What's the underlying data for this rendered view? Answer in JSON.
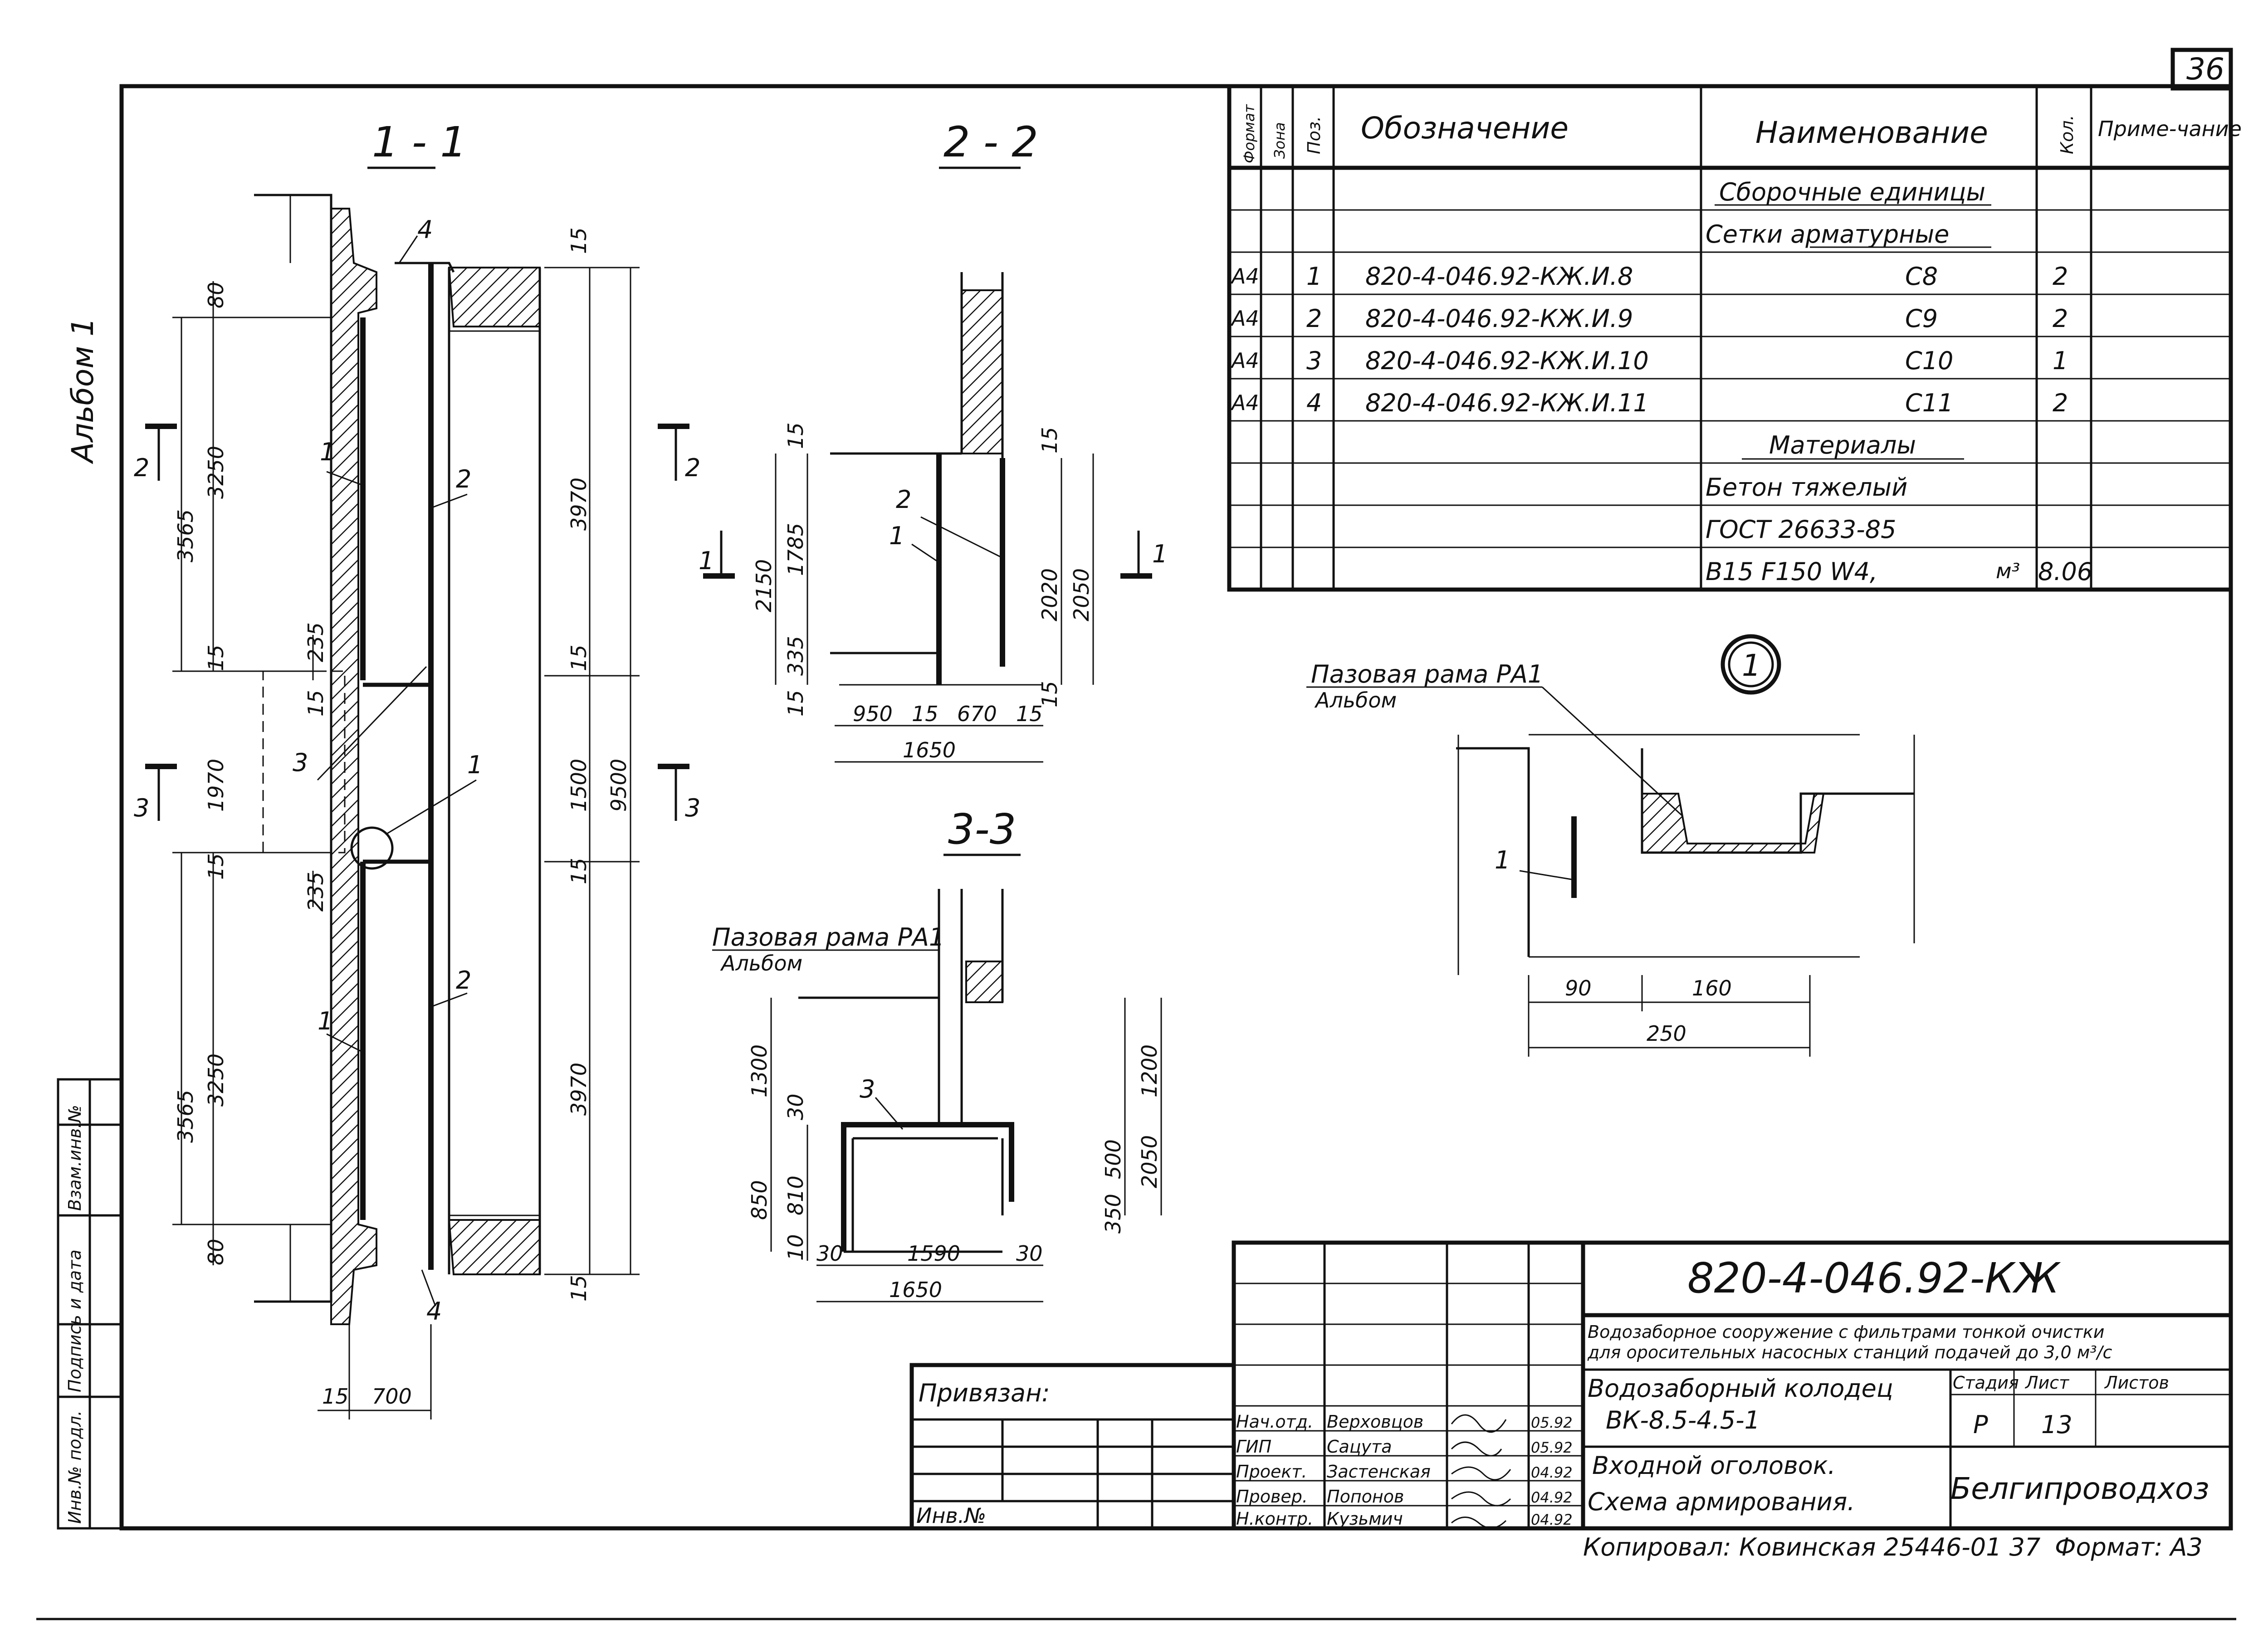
{
  "sheet": {
    "page_number": "36",
    "album_label": "Альбом 1",
    "left_stamp": [
      "Инв.№ подл.",
      "Подпись и дата",
      "Взам.инв.№"
    ]
  },
  "sections": {
    "s11": {
      "title": "1 - 1",
      "dims_left": [
        "80",
        "3250",
        "3565",
        "15",
        "235",
        "15",
        "1970",
        "15",
        "235",
        "3250",
        "3565",
        "80"
      ],
      "dims_right": [
        "15",
        "3970",
        "15",
        "1500",
        "9500",
        "15",
        "3970",
        "15"
      ],
      "dims_bottom": [
        "15",
        "700"
      ],
      "labels": [
        "1",
        "2",
        "3",
        "1",
        "1",
        "2",
        "4",
        "4"
      ],
      "cut_marks": [
        "2",
        "2",
        "3",
        "3"
      ]
    },
    "s22": {
      "title": "2 - 2",
      "dims": [
        "15",
        "1785",
        "2150",
        "335",
        "15",
        "15",
        "2020",
        "2050",
        "15",
        "950",
        "15",
        "670",
        "15",
        "1650"
      ],
      "labels": [
        "2",
        "1"
      ],
      "cut_marks": [
        "1",
        "1"
      ]
    },
    "s33": {
      "title": "3-3",
      "frame_label": "Пазовая рама РА1",
      "frame_sub": "Альбом",
      "dims": [
        "1300",
        "30",
        "810",
        "850",
        "10",
        "1200",
        "500",
        "350",
        "2050",
        "30",
        "1590",
        "30",
        "1650"
      ],
      "labels": [
        "3"
      ]
    },
    "detail": {
      "marker": "1",
      "frame_label": "Пазовая рама РА1",
      "frame_sub": "Альбом",
      "dims": [
        "90",
        "160",
        "250"
      ],
      "labels": [
        "1"
      ]
    }
  },
  "spec_table": {
    "headers": [
      "Формат",
      "Зона",
      "Поз.",
      "Обозначение",
      "Наименование",
      "Кол.",
      "Приме-чание"
    ],
    "rows": [
      {
        "format": "",
        "zone": "",
        "pos": "",
        "designation": "",
        "name": "Сборочные единицы",
        "qty": "",
        "note": ""
      },
      {
        "format": "",
        "zone": "",
        "pos": "",
        "designation": "",
        "name": "Сетки арматурные",
        "qty": "",
        "note": ""
      },
      {
        "format": "А4",
        "zone": "",
        "pos": "1",
        "designation": "820-4-046.92-КЖ.И.8",
        "name": "С8",
        "qty": "2",
        "note": ""
      },
      {
        "format": "А4",
        "zone": "",
        "pos": "2",
        "designation": "820-4-046.92-КЖ.И.9",
        "name": "С9",
        "qty": "2",
        "note": ""
      },
      {
        "format": "А4",
        "zone": "",
        "pos": "3",
        "designation": "820-4-046.92-КЖ.И.10",
        "name": "С10",
        "qty": "1",
        "note": ""
      },
      {
        "format": "А4",
        "zone": "",
        "pos": "4",
        "designation": "820-4-046.92-КЖ.И.11",
        "name": "С11",
        "qty": "2",
        "note": ""
      },
      {
        "format": "",
        "zone": "",
        "pos": "",
        "designation": "",
        "name": "Материалы",
        "qty": "",
        "note": ""
      },
      {
        "format": "",
        "zone": "",
        "pos": "",
        "designation": "",
        "name": "Бетон тяжелый",
        "qty": "",
        "note": ""
      },
      {
        "format": "",
        "zone": "",
        "pos": "",
        "designation": "",
        "name": "ГОСТ 26633-85",
        "qty": "",
        "note": ""
      },
      {
        "format": "",
        "zone": "",
        "pos": "",
        "designation": "",
        "name": "В15 F150 W4,",
        "qty": "8.06",
        "note": ""
      }
    ],
    "unit": "м³"
  },
  "title_block": {
    "code": "820-4-046.92-КЖ",
    "project": [
      "Водозаборное сооружение с фильтрами тонкой очистки",
      "для оросительных насосных станций подачей до 3,0 м³/с"
    ],
    "object": [
      "Водозаборный колодец",
      "ВК-8.5-4.5-1"
    ],
    "sheet_title": [
      "Входной оголовок.",
      "Схема армирования."
    ],
    "stage_label": "Стадия",
    "sheet_label": "Лист",
    "sheets_label": "Листов",
    "stage": "Р",
    "sheet_no": "13",
    "sheets": "",
    "org": "Белгипроводхоз",
    "attached": "Привязан:",
    "inv": "Инв.№",
    "roles": [
      {
        "role": "Нач.отд.",
        "name": "Верховцов",
        "date": "05.92"
      },
      {
        "role": "ГИП",
        "name": "Сацута",
        "date": "05.92"
      },
      {
        "role": "Проект.",
        "name": "Застенская",
        "date": "04.92"
      },
      {
        "role": "Провер.",
        "name": "Попонов",
        "date": "04.92"
      },
      {
        "role": "Н.контр.",
        "name": "Кузьмич",
        "date": "04.92"
      }
    ],
    "copied": "Копировал: Ковинская   25446-01  37",
    "format": "Формат: А3"
  }
}
